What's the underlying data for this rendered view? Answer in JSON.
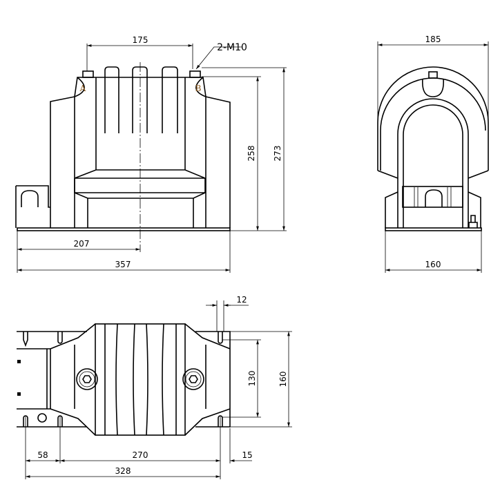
{
  "front_view": {
    "terminal_a": "A",
    "terminal_b": "B",
    "dim_terminal_spacing": "175",
    "callout_thread": "2-M10",
    "dim_height_body": "258",
    "dim_height_total": "273",
    "dim_centerline_offset": "207",
    "dim_length": "357"
  },
  "side_view": {
    "dim_width_top": "185",
    "dim_base_width": "160"
  },
  "plan_view": {
    "dim_slot_width": "12",
    "dim_hole_spacing_y": "130",
    "dim_base_depth": "160",
    "dim_first_hole": "58",
    "dim_hole_spacing_x": "270",
    "dim_edge_offset": "15",
    "dim_total_hole_span": "328"
  }
}
